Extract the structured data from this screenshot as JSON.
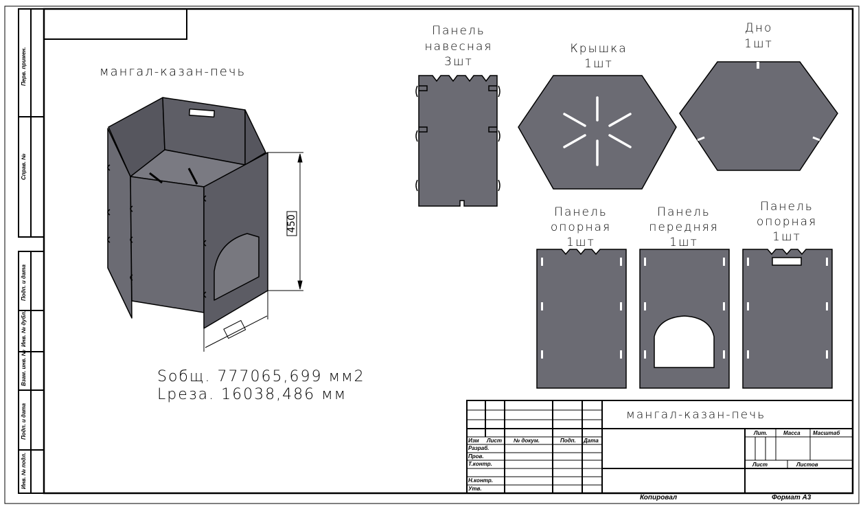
{
  "drawing": {
    "title": "мангал-казан-печь",
    "area_label": "Sобщ.  777065,699 мм2",
    "cut_length_label": "Lреза. 16038,486 мм",
    "dimension_height": "450"
  },
  "parts": [
    {
      "name_lines": [
        "Панель",
        "навесная",
        "3шт"
      ]
    },
    {
      "name_lines": [
        "Крышка",
        "1шт"
      ]
    },
    {
      "name_lines": [
        "Дно",
        "1шт"
      ]
    },
    {
      "name_lines": [
        "Панель",
        "опорная",
        "1шт"
      ]
    },
    {
      "name_lines": [
        "Панель",
        "передняя",
        "1шт"
      ]
    },
    {
      "name_lines": [
        "Панель",
        "опорная",
        "1шт"
      ]
    }
  ],
  "side_strip": [
    "Перв. примен.",
    "Справ. №",
    "Подп. и дата",
    "Инв. № дубл.",
    "Взам. инв. №",
    "Подп. и дата",
    "Инв. № подл."
  ],
  "title_block": {
    "title": "мангал-казан-печь",
    "headers": [
      "Изм",
      "Лист",
      "№ докум.",
      "Подп.",
      "Дата"
    ],
    "roles": [
      "Разраб.",
      "Пров.",
      "Т.контр.",
      "Н.контр.",
      "Утв."
    ],
    "lit": "Лит.",
    "mass": "Масса",
    "scale": "Масштаб",
    "sheet": "Лист",
    "sheets": "Листов",
    "copied": "Копировал",
    "format": "Формат А3"
  },
  "colors": {
    "panel": "#6b6b73",
    "panel_dark": "#56565e",
    "floor": "#7a7a82"
  }
}
